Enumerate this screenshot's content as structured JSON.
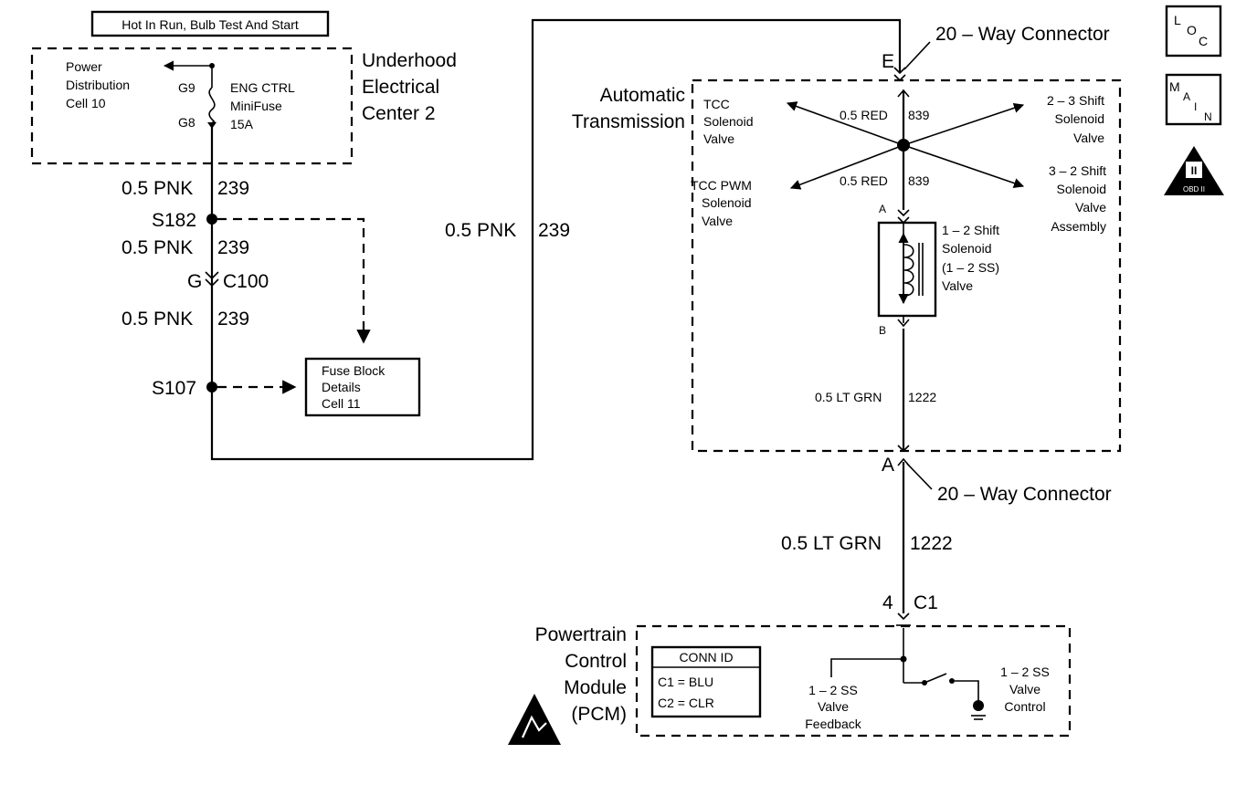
{
  "header_label": "Hot In Run, Bulb Test And Start",
  "underhood": {
    "title": [
      "Underhood",
      "Electrical",
      "Center 2"
    ],
    "power_dist": [
      "Power",
      "Distribution",
      "Cell 10"
    ],
    "terminal_top": "G9",
    "terminal_bottom": "G8",
    "fuse": [
      "ENG CTRL",
      "MiniFuse",
      "15A"
    ]
  },
  "wires": {
    "pnk_1": [
      "0.5 PNK",
      "239"
    ],
    "pnk_2": [
      "0.5 PNK",
      "239"
    ],
    "pnk_3": [
      "0.5 PNK",
      "239"
    ],
    "pnk_long": [
      "0.5 PNK",
      "239"
    ],
    "red_top": [
      "0.5 RED",
      "839"
    ],
    "red_bottom": [
      "0.5 RED",
      "839"
    ],
    "ltgrn_inner": [
      "0.5 LT GRN",
      "1222"
    ],
    "ltgrn_outer": [
      "0.5 LT GRN",
      "1222"
    ]
  },
  "splices": {
    "s182": "S182",
    "s107": "S107"
  },
  "c100": {
    "left": "G",
    "right": "C100"
  },
  "fuse_block": [
    "Fuse Block",
    "Details",
    "Cell 11"
  ],
  "connector_top": {
    "pin": "E",
    "label": "20 – Way Connector"
  },
  "connector_bottom": {
    "pin": "A",
    "label": "20 – Way Connector"
  },
  "transmission": {
    "title": [
      "Automatic",
      "Transmission"
    ],
    "tcc": [
      "TCC",
      "Solenoid",
      "Valve"
    ],
    "tcc_pwm": [
      "TCC PWM",
      "Solenoid",
      "Valve"
    ],
    "shift_23": [
      "2 – 3 Shift",
      "Solenoid",
      "Valve"
    ],
    "shift_32": [
      "3 – 2 Shift",
      "Solenoid",
      "Valve",
      "Assembly"
    ],
    "shift_12": [
      "1 – 2 Shift",
      "Solenoid",
      "(1 – 2 SS)",
      "Valve"
    ],
    "pin_a": "A",
    "pin_b": "B"
  },
  "pcm": {
    "pin": "4",
    "conn": "C1",
    "title": [
      "Powertrain",
      "Control",
      "Module",
      "(PCM)"
    ],
    "conn_id": {
      "header": "CONN ID",
      "c1": "C1  =  BLU",
      "c2": "C2  =  CLR"
    },
    "feedback": [
      "1 – 2 SS",
      "Valve",
      "Feedback"
    ],
    "control": [
      "1 – 2 SS",
      "Valve",
      "Control"
    ]
  },
  "badges": {
    "loc": [
      "L",
      "O",
      "C"
    ],
    "main": [
      "M",
      "A",
      "I",
      "N"
    ],
    "obd": [
      "II",
      "OBD II"
    ]
  }
}
